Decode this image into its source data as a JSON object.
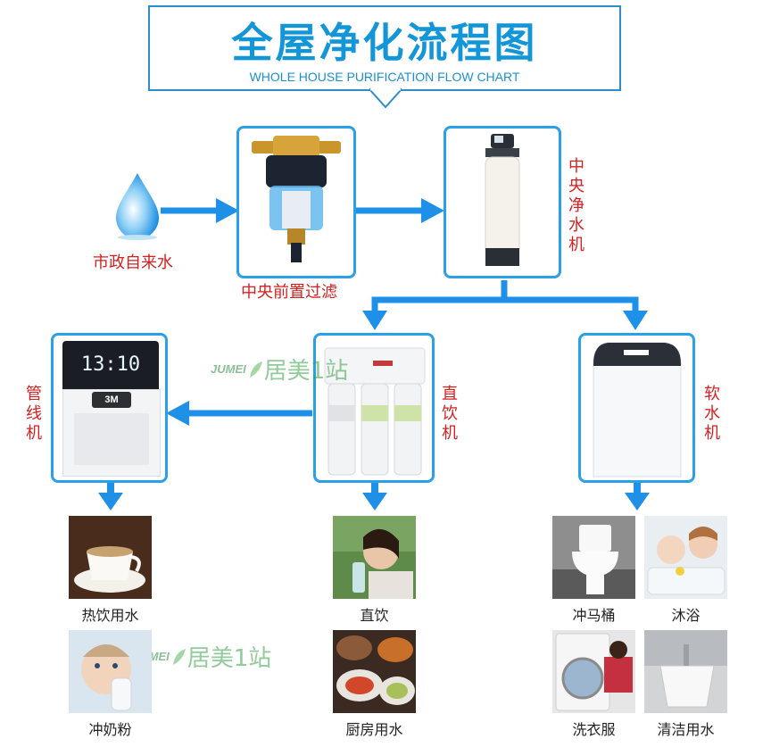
{
  "title": "全屋净化流程图",
  "subtitle": "WHOLE HOUSE PURIFICATION FLOW CHART",
  "source_label": "市政自来水",
  "stages": {
    "prefilter": "中央前置过滤",
    "central": "中央净水机",
    "pipeline": "管线机",
    "direct": "直饮机",
    "softener": "软水机"
  },
  "display_time": "13:10",
  "dispenser_brand": "3M",
  "watermark": {
    "en": "JUMEI",
    "cn": "居美1站"
  },
  "uses": {
    "hot_drink": "热饮用水",
    "direct_drink": "直饮",
    "baby_formula": "冲奶粉",
    "kitchen": "厨房用水",
    "toilet": "冲马桶",
    "bath": "沐浴",
    "laundry": "洗衣服",
    "cleaning": "清洁用水"
  },
  "colors": {
    "accent": "#1e90e8",
    "label_red": "#d42020",
    "title_blue": "#1296d8"
  }
}
